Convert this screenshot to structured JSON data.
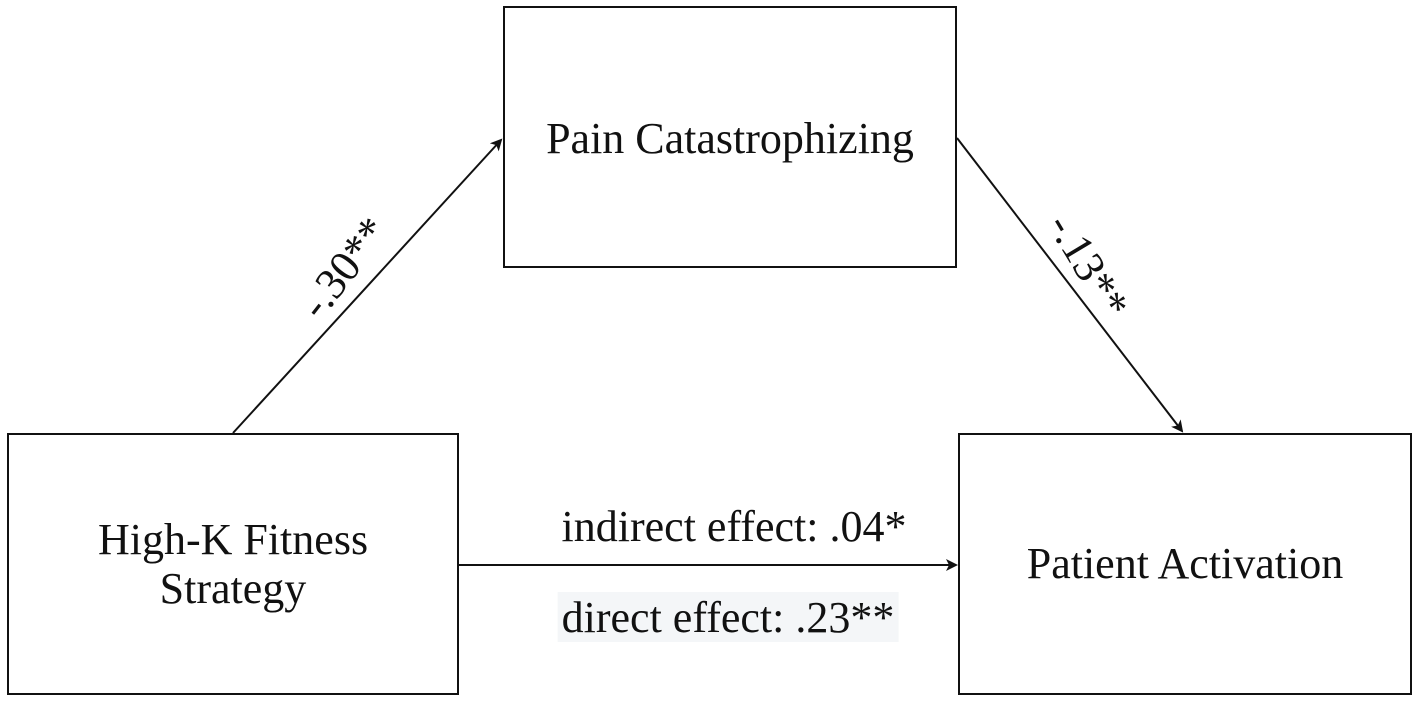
{
  "nodes": {
    "mediator": "Pain Catastrophizing",
    "predictor_line1": "High-K Fitness",
    "predictor_line2": "Strategy",
    "outcome": "Patient Activation"
  },
  "paths": {
    "a": "-.30**",
    "b": "-.13**",
    "indirect": "indirect effect: .04*",
    "direct": "direct effect: .23**"
  }
}
